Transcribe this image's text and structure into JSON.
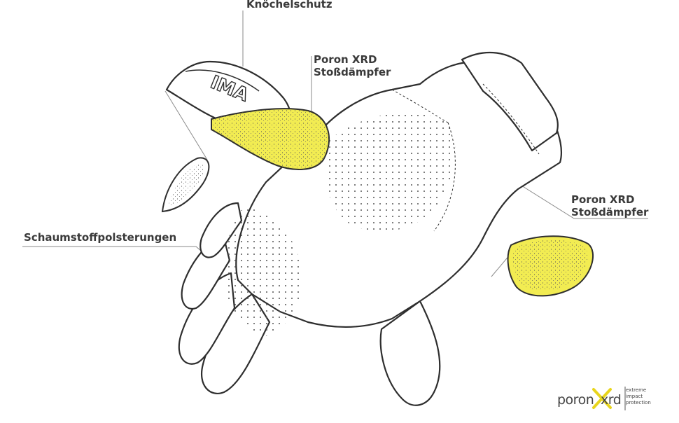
{
  "labels": {
    "knuckle": "Knöchelschutz",
    "poron_top_line1": "Poron XRD",
    "poron_top_line2": "Stoßdämpfer",
    "poron_right_line1": "Poron XRD",
    "poron_right_line2": "Stoßdämpfer",
    "foam": "Schaumstoffpolsterungen"
  },
  "knuckle_brand_text": "IMA",
  "logo": {
    "word_left": "poron",
    "word_right": "xrd",
    "tag_line1": "extreme",
    "tag_line2": "impact",
    "tag_line3": "protection"
  },
  "colors": {
    "outline": "#2e2e2e",
    "leader": "#8a8a8a",
    "pad_yellow": "#f2ec52",
    "logo_yellow": "#e8d51c"
  }
}
